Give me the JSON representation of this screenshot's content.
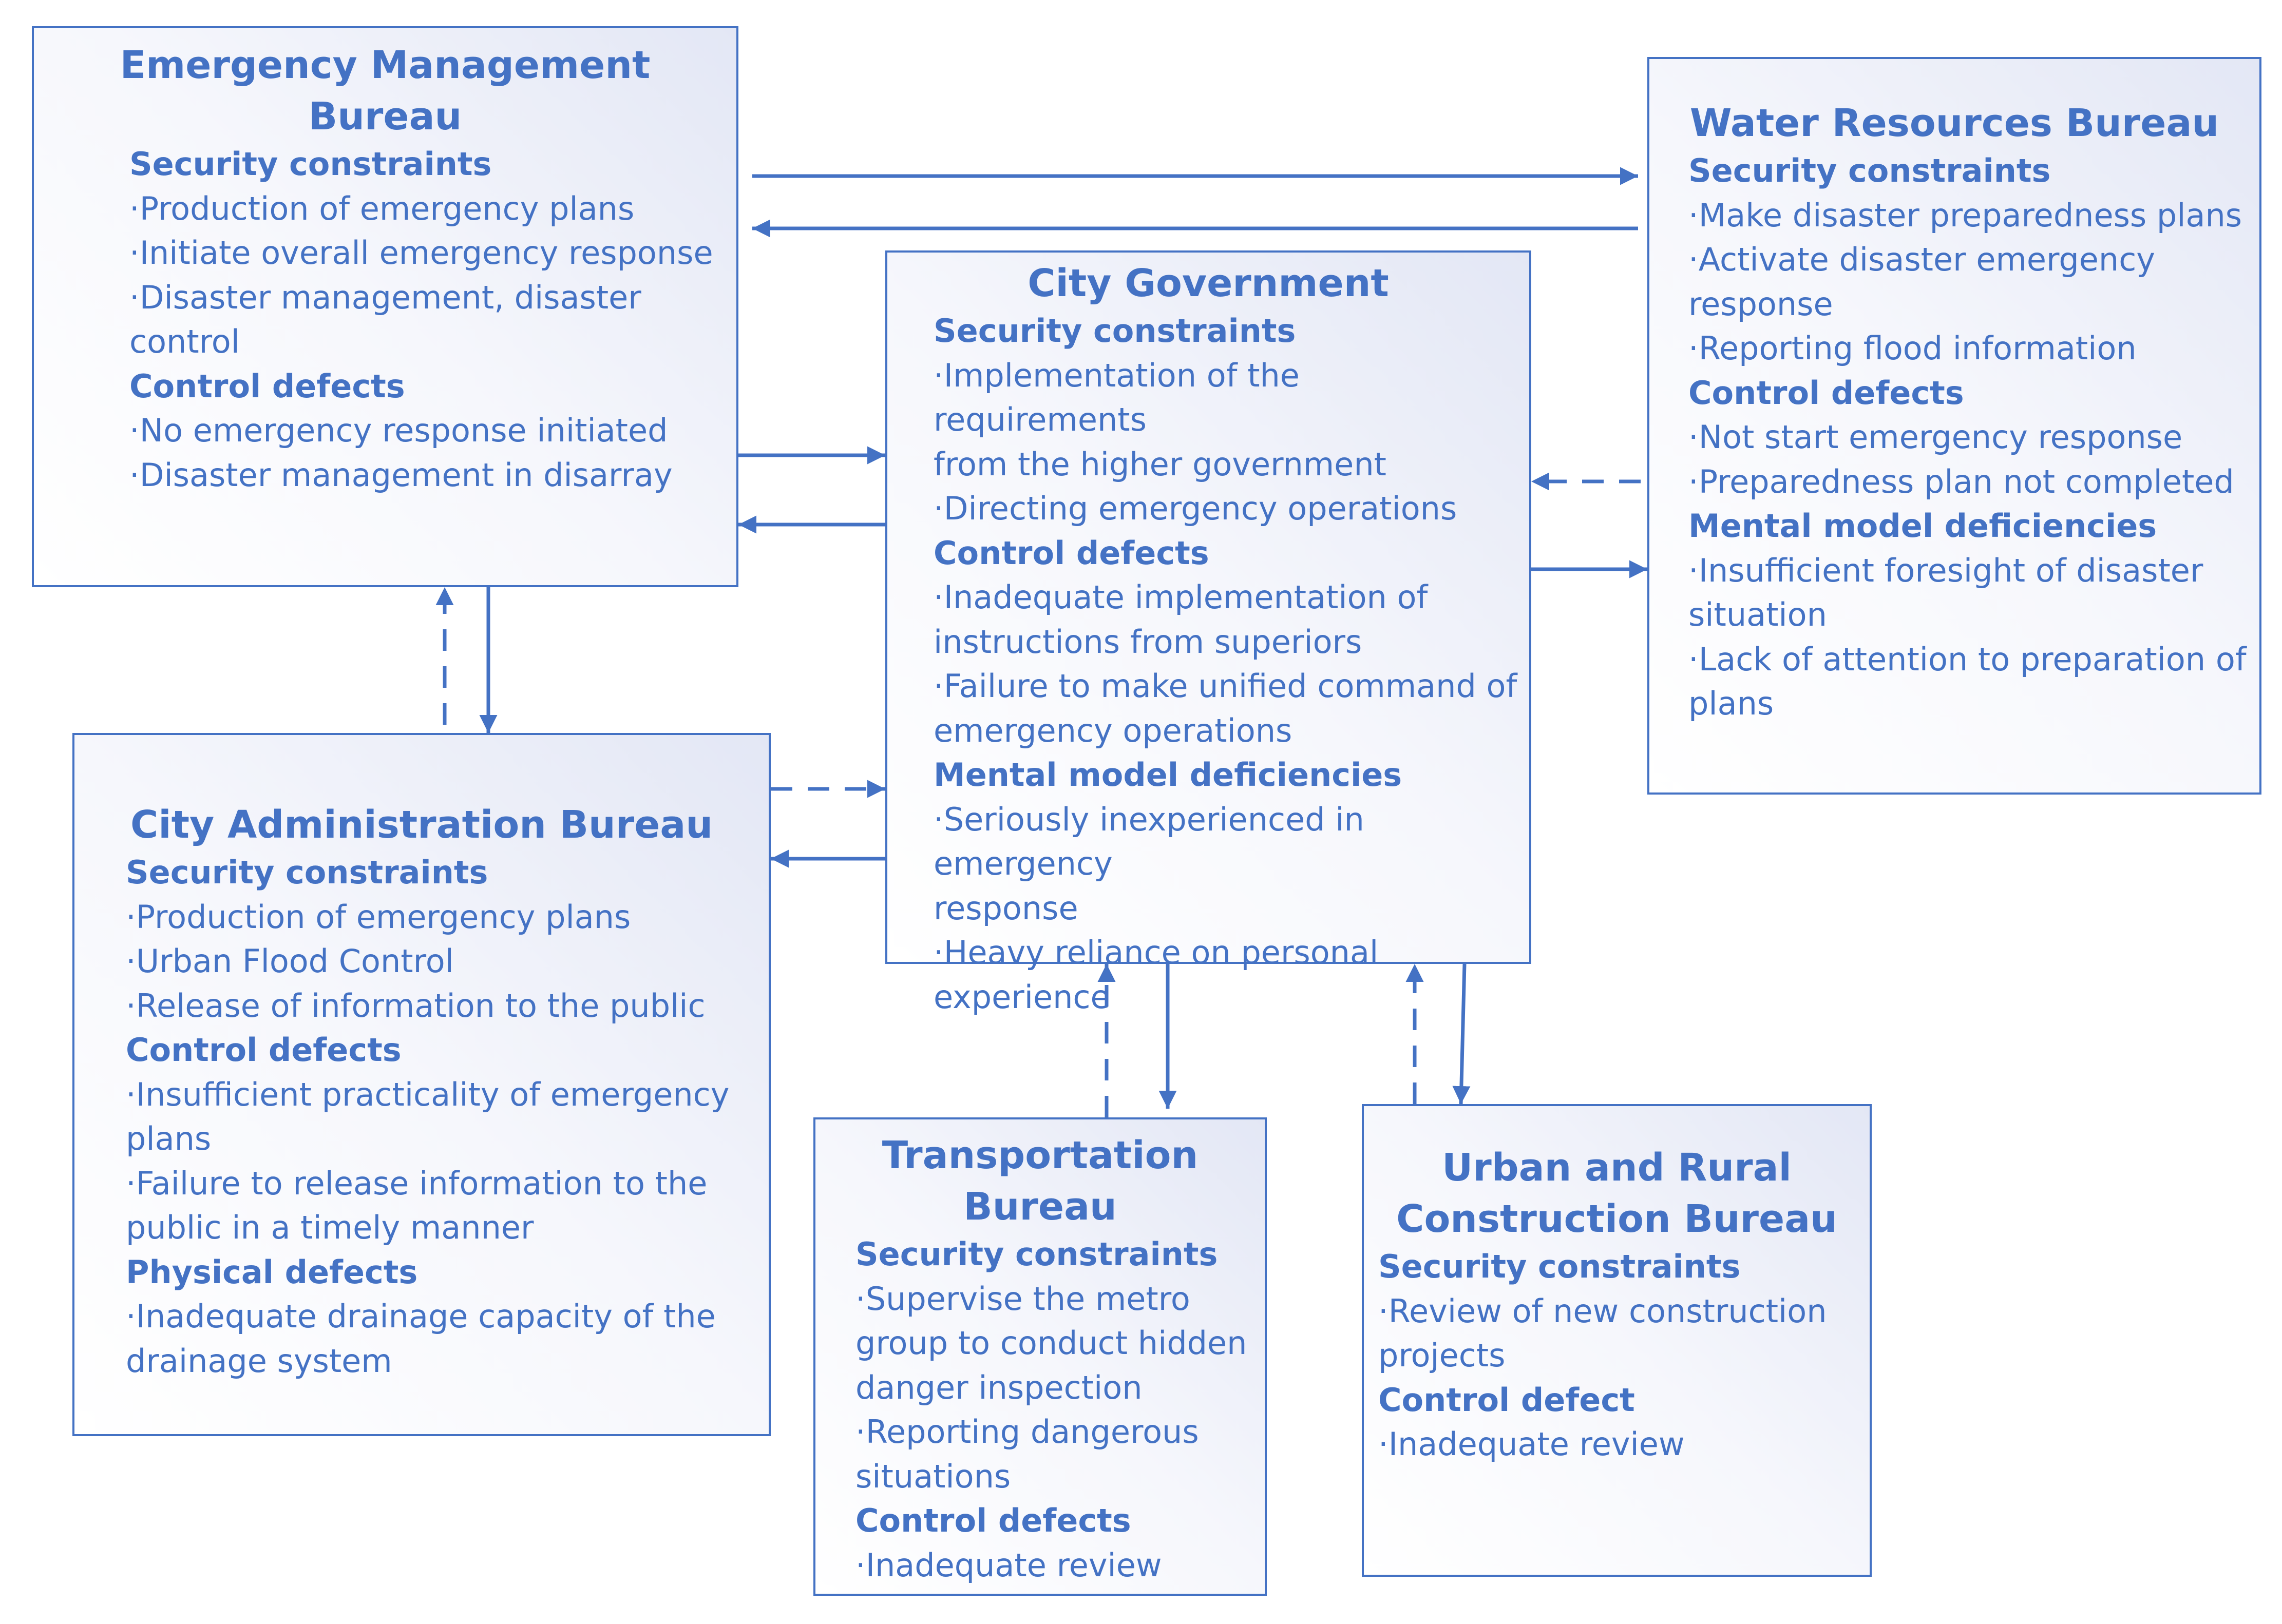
{
  "boxes": {
    "emergency": {
      "title": "Emergency Management\nBureau",
      "sections": [
        {
          "heading": "Security constraints",
          "items": [
            "·Production of emergency plans",
            "·Initiate overall emergency response",
            "·Disaster management, disaster\ncontrol"
          ]
        },
        {
          "heading": "Control defects",
          "items": [
            "·No emergency response initiated",
            "·Disaster management in disarray"
          ]
        }
      ]
    },
    "water": {
      "title": "Water Resources Bureau",
      "sections": [
        {
          "heading": "Security constraints",
          "items": [
            "·Make disaster preparedness plans",
            "·Activate disaster emergency\nresponse",
            "·Reporting flood information"
          ]
        },
        {
          "heading": "Control defects",
          "items": [
            "·Not start emergency response",
            "·Preparedness plan not completed"
          ]
        },
        {
          "heading": "Mental model deficiencies",
          "items": [
            "·Insufficient foresight of disaster\nsituation",
            "·Lack of attention to preparation of\nplans"
          ]
        }
      ]
    },
    "city_gov": {
      "title": "City Government",
      "sections": [
        {
          "heading": "Security constraints",
          "items": [
            "·Implementation of the requirements\nfrom the higher government",
            "·Directing emergency operations"
          ]
        },
        {
          "heading": "Control defects",
          "items": [
            "·Inadequate implementation of\ninstructions from superiors",
            "·Failure to make unified command of\nemergency operations"
          ]
        },
        {
          "heading": "Mental model deficiencies",
          "items": [
            "·Seriously inexperienced in emergency\nresponse",
            "·Heavy reliance on personal experience"
          ]
        }
      ]
    },
    "city_admin": {
      "title": "City Administration Bureau",
      "sections": [
        {
          "heading": "Security constraints",
          "items": [
            "·Production of emergency plans",
            "·Urban Flood Control",
            "·Release of information to the public"
          ]
        },
        {
          "heading": "Control defects",
          "items": [
            "·Insufficient practicality of emergency\nplans",
            "·Failure to release information to the\npublic in a timely manner"
          ]
        },
        {
          "heading": "Physical defects",
          "items": [
            "·Inadequate drainage capacity of the\ndrainage system"
          ]
        }
      ]
    },
    "transport": {
      "title": "Transportation\nBureau",
      "sections": [
        {
          "heading": "Security constraints",
          "items": [
            "·Supervise the metro\ngroup to conduct hidden\ndanger inspection",
            "·Reporting dangerous\nsituations"
          ]
        },
        {
          "heading": "Control defects",
          "items": [
            "·Inadequate review"
          ]
        }
      ]
    },
    "urban_rural": {
      "title": "Urban and Rural\nConstruction Bureau",
      "sections": [
        {
          "heading": "Security constraints",
          "items": [
            "·Review of new construction\nprojects"
          ]
        },
        {
          "heading": "Control defect",
          "items": [
            "·Inadequate review"
          ]
        }
      ]
    }
  },
  "colors": {
    "accent": "#4472C4",
    "box_fill_light": "#ffffff",
    "box_fill_dark": "#e3e7f5"
  }
}
